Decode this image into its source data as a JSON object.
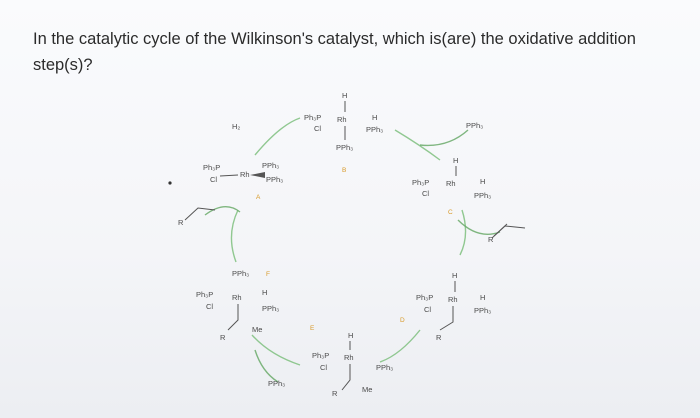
{
  "question": {
    "text": "In the catalytic cycle of the Wilkinson's catalyst, which is(are) the oxidative addition step(s)?"
  },
  "cycle": {
    "labels": [
      "A",
      "B",
      "C",
      "D",
      "E",
      "F"
    ],
    "reagents": {
      "h2": "H₂",
      "r": "R",
      "pph3": "PPh₃",
      "h": "H",
      "me": "Me"
    },
    "ligands": {
      "ph3p": "Ph₃P",
      "rh": "Rh",
      "cl": "Cl",
      "pph3": "PPh₃",
      "h": "H",
      "me": "Me",
      "r": "R"
    }
  }
}
